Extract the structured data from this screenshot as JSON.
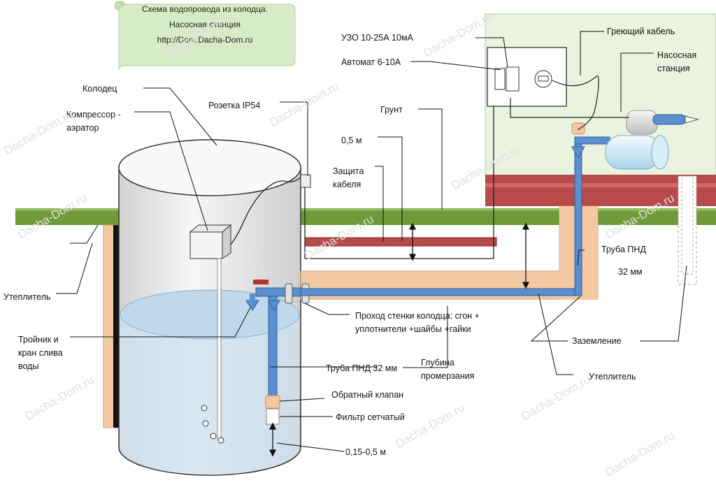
{
  "banner": {
    "line1": "Схема водопровода из колодца.",
    "line2": "Насосная станция",
    "line3": "http://Dom.Dacha-Dom.ru"
  },
  "labels": {
    "well": "Колодец",
    "compressor": "Компрессор - аэратор",
    "socket": "Розетка IP54",
    "rcd": "УЗО  10-25А 10мА",
    "breaker": "Автомат 6-10А",
    "heating_cable": "Греющий  кабель",
    "pump_station": "Насосная станция",
    "soil": "Грунт",
    "depth_05": "0,5 м",
    "cable_protection": "Защита кабеля",
    "insulation_left": "Утеплитель",
    "pnd_pipe_right": "Труба ПНД",
    "pnd_size": "32 мм",
    "wall_pass": "Проход стенки колодца: сгон + уплотнители +шайбы +гайки",
    "tee_tap": "Тройник и кран слива воды",
    "grounding": "Заземление",
    "freeze_depth": "Глубина промерзания",
    "pnd_pipe_inner": "Труба ПНД 32 мм",
    "check_valve": "Обратный клапан",
    "mesh_filter": "Фильтр сетчатый",
    "insulation_right": "Утеплитель",
    "bottom_gap": "0,15-0,5 м"
  },
  "watermark": "Dacha-Dom.ru",
  "colors": {
    "grass": "#6f9a3a",
    "clay": "#b84a4a",
    "insulation": "#f3c9a3",
    "pipe": "#5b8fd0",
    "water": "#cfe2f0",
    "banner": "#d7ecc6",
    "area_right": "#e9f3e0"
  }
}
